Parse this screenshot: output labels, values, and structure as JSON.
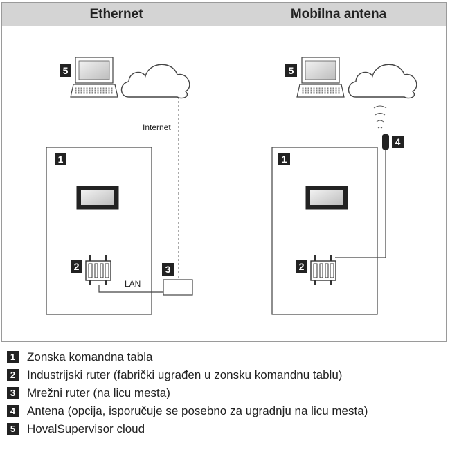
{
  "headers": {
    "left": "Ethernet",
    "right": "Mobilna antena"
  },
  "labels": {
    "internet": "Internet",
    "lan": "LAN"
  },
  "badges": {
    "b1": "1",
    "b2": "2",
    "b3": "3",
    "b4": "4",
    "b5": "5"
  },
  "legend": [
    {
      "num": "1",
      "text": "Zonska komandna tabla"
    },
    {
      "num": "2",
      "text": "Industrijski ruter (fabrički ugrađen u zonsku komandnu tablu)"
    },
    {
      "num": "3",
      "text": "Mrežni ruter (na licu mesta)"
    },
    {
      "num": "4",
      "text": "Antena (opcija, isporučuje se posebno za ugradnju na licu mesta)"
    },
    {
      "num": "5",
      "text": "HovalSupervisor cloud"
    }
  ],
  "colors": {
    "header_bg": "#d4d4d4",
    "badge_bg": "#222222",
    "line": "#444444",
    "border": "#9a9a9a"
  }
}
